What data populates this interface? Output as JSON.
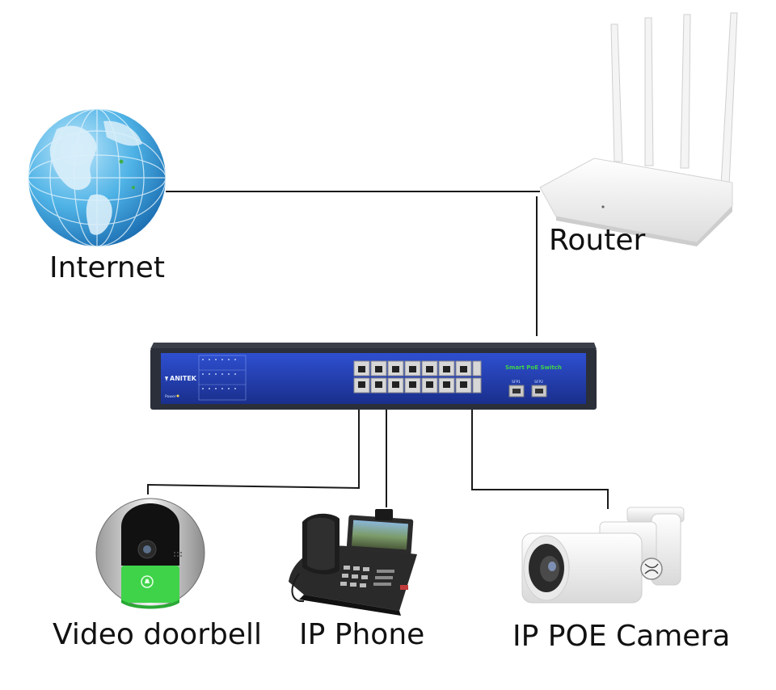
{
  "nodes": {
    "internet": {
      "label": "Internet",
      "icon": "globe-icon"
    },
    "router": {
      "label": "Router",
      "icon": "wifi-router-icon"
    },
    "switch": {
      "brand": "ANITEK",
      "panel_title": "Smart PoE Switch",
      "sfp1": "SFP1",
      "sfp2": "SFP2",
      "power": "Power",
      "icon": "poe-switch-icon"
    },
    "doorbell": {
      "label": "Video doorbell",
      "icon": "video-doorbell-icon"
    },
    "phone": {
      "label": "IP Phone",
      "icon": "ip-phone-icon"
    },
    "camera": {
      "label": "IP POE Camera",
      "icon": "ptz-camera-icon"
    }
  },
  "colors": {
    "line": "#1a1a1a",
    "switch_body": "#1f3fb0",
    "switch_frame": "#2b2f3a",
    "globe_water": "#3aa0d8",
    "globe_land": "#cfe6f3",
    "doorbell_green": "#3fd34a"
  }
}
